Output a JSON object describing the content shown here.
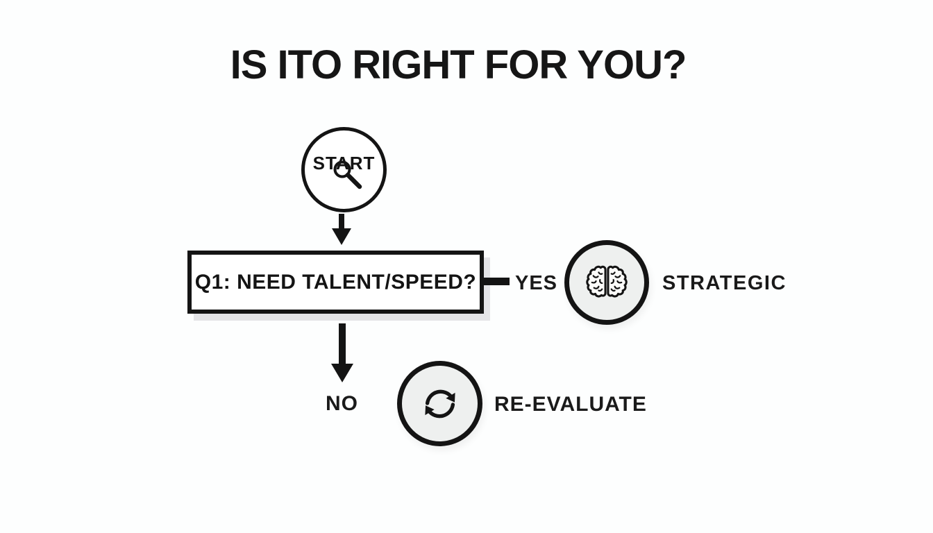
{
  "title": "IS ITO RIGHT FOR YOU?",
  "flow": {
    "start": {
      "label": "START"
    },
    "question": {
      "label": "Q1: NEED TALENT/SPEED?"
    },
    "yes": {
      "label": "YES",
      "outcome": "STRATEGIC"
    },
    "no": {
      "label": "NO",
      "outcome": "RE-EVALUATE"
    }
  },
  "icons": {
    "start": "magnifier-icon",
    "yes_outcome": "brain-icon",
    "no_outcome": "refresh-icon"
  },
  "colors": {
    "ink": "#141414",
    "background": "#fdfefe",
    "node_fill": "#eef0ef",
    "box_shadow": "#e4e4e7"
  }
}
